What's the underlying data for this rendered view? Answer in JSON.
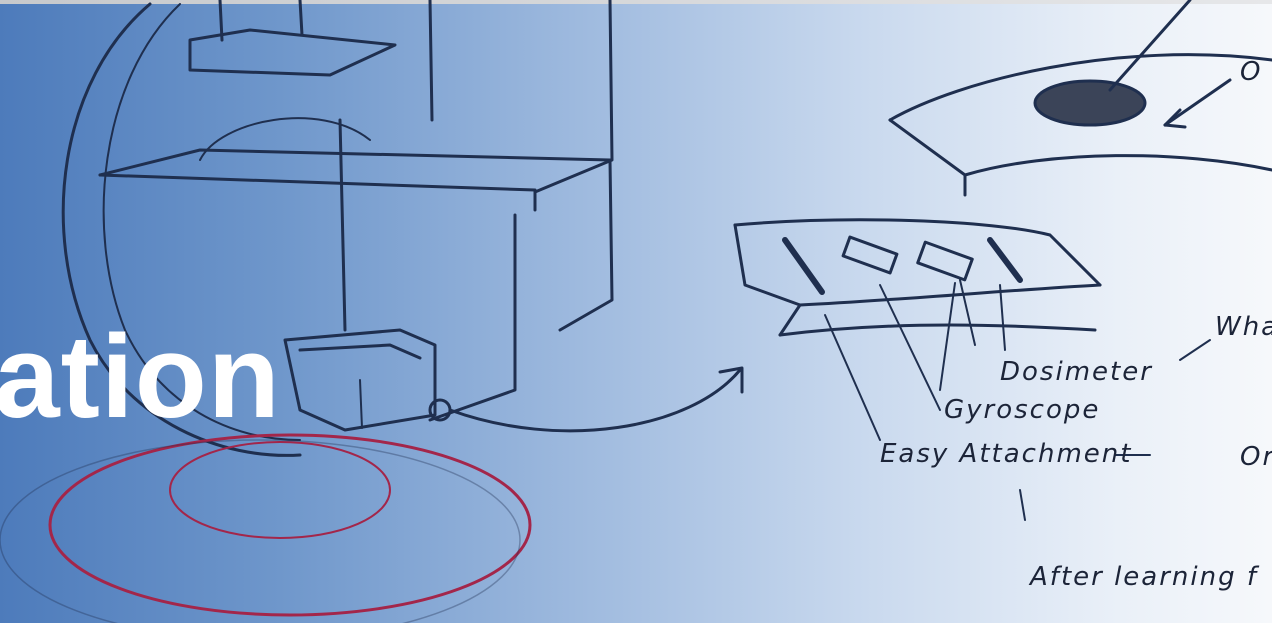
{
  "headline": "ation",
  "annotations": {
    "dosimeter": "Dosimeter",
    "gyroscope": "Gyroscope",
    "easy_attachment": "Easy Attachment",
    "after_learning": "After learning f",
    "top_right": "O",
    "what": "Wha",
    "or": "Or"
  },
  "colors": {
    "gradient_left": "#4d7bbb",
    "gradient_right": "#f6f8fb",
    "ink": "#1f2f4f",
    "red_pencil": "#a3264a",
    "headline_text": "#ffffff"
  }
}
